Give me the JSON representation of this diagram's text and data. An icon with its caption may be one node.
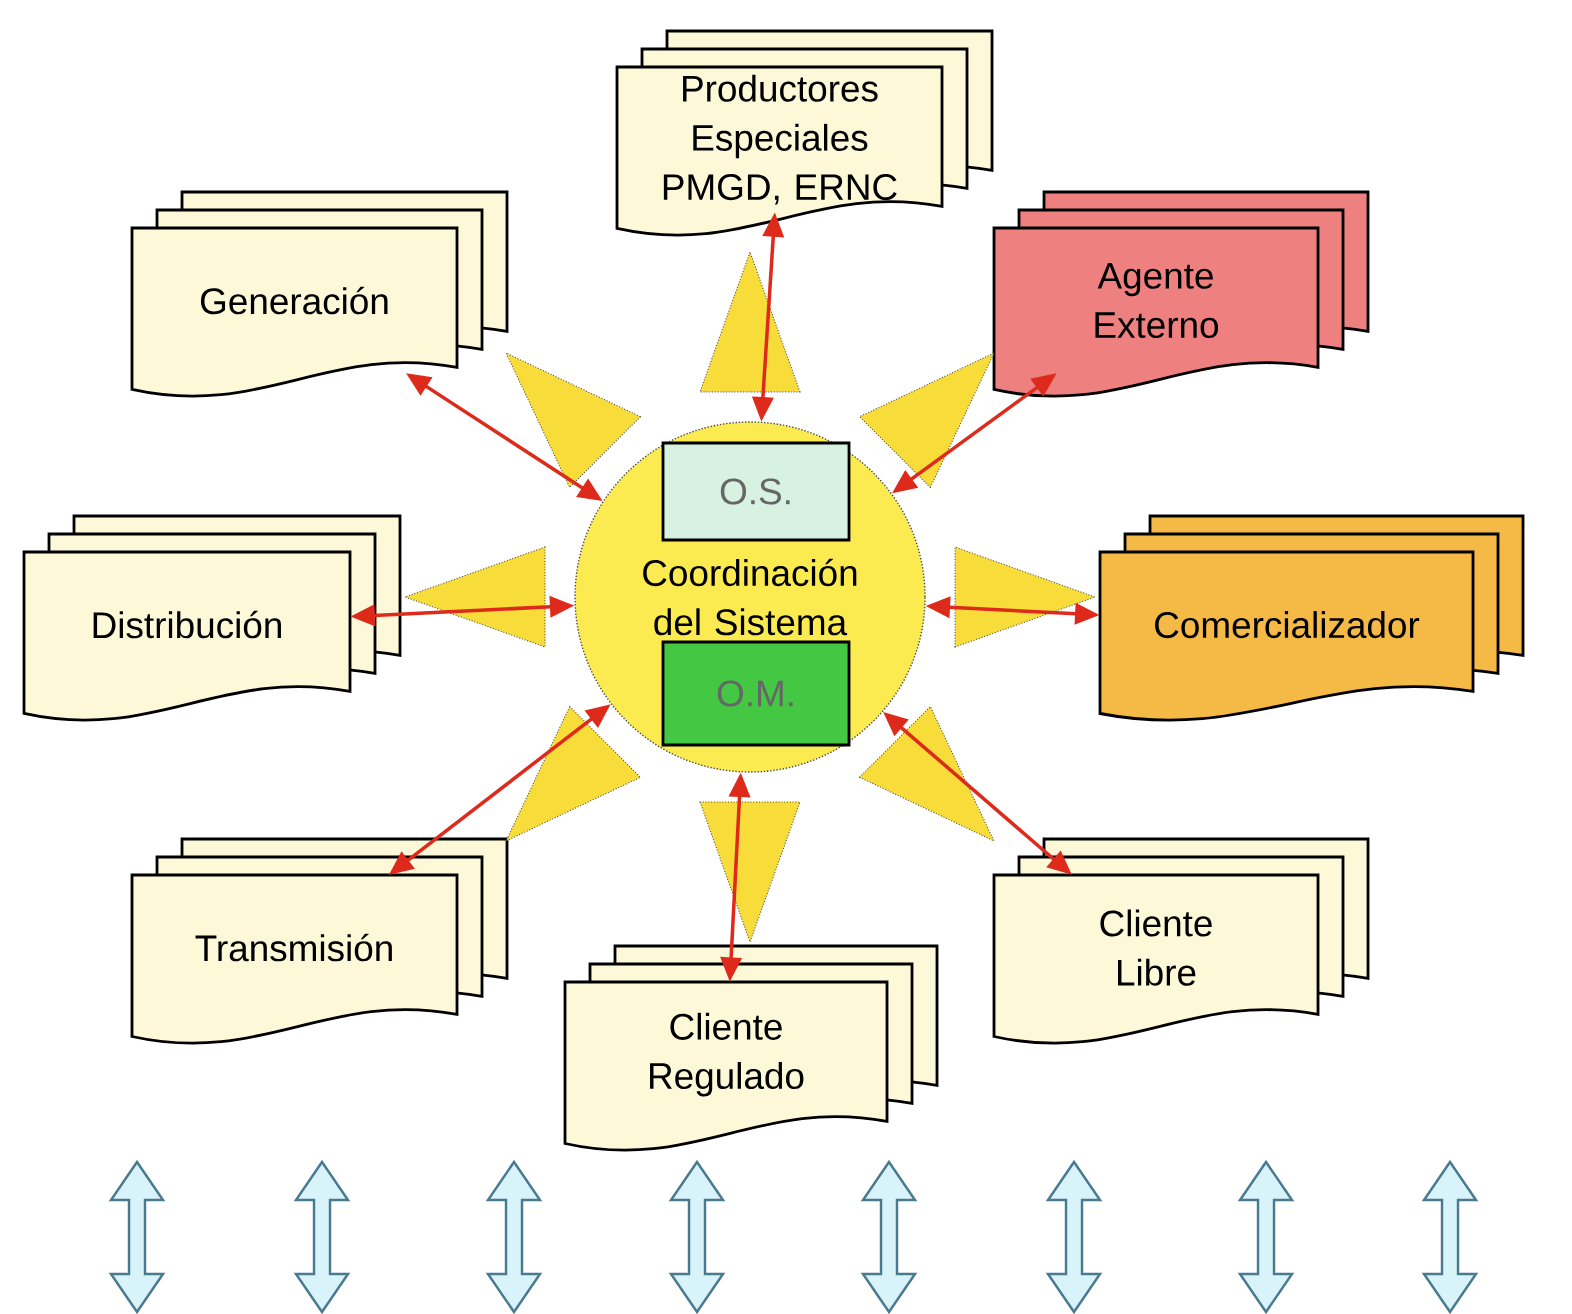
{
  "diagram": {
    "nodes": [
      {
        "text": [
          "Productores Especiales PMGD, ERNC"
        ]
      },
      {
        "text": [
          "Generación"
        ]
      },
      {
        "text": [
          "Agente Externo"
        ]
      },
      {
        "text": [
          "Distribución"
        ]
      },
      {
        "text": [
          "Coordinación del Sistema"
        ]
      },
      {
        "text": [
          "O.S."
        ],
        "in": 4
      },
      {
        "text": [
          "O.M."
        ],
        "in": 4
      },
      {
        "text": [
          "Comercializador"
        ]
      },
      {
        "text": [
          "Transmisión"
        ]
      },
      {
        "text": [
          "Cliente Libre"
        ]
      },
      {
        "text": [
          "Cliente Regulado"
        ]
      }
    ],
    "edges": [
      {
        "from": 4,
        "to": 0,
        "arrow": "both"
      },
      {
        "from": 4,
        "to": 1,
        "arrow": "both"
      },
      {
        "from": 4,
        "to": 2,
        "arrow": "both"
      },
      {
        "from": 4,
        "to": 3,
        "arrow": "both"
      },
      {
        "from": 4,
        "to": 7,
        "arrow": "both"
      },
      {
        "from": 4,
        "to": 8,
        "arrow": "both"
      },
      {
        "from": 4,
        "to": 9,
        "arrow": "both"
      },
      {
        "from": 4,
        "to": 10,
        "arrow": "both"
      }
    ]
  }
}
